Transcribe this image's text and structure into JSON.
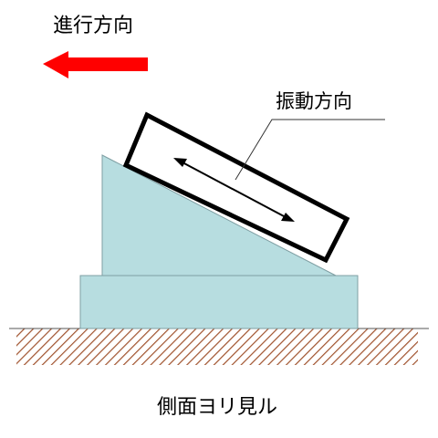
{
  "labels": {
    "travel_direction": "進行方向",
    "vibration_direction": "振動方向",
    "view_caption": "側面ヨリ見ル"
  },
  "colors": {
    "arrow_red": "#ff0000",
    "wedge_fill": "#b7dde0",
    "base_fill": "#b7dde0",
    "ground_hatch": "#a0522d"
  }
}
